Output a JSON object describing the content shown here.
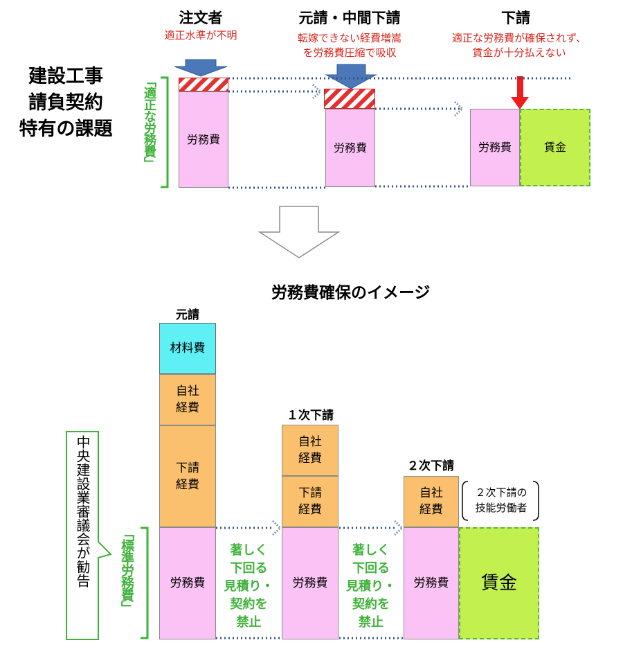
{
  "top": {
    "side_title": [
      "建設工事",
      "請負契約",
      "特有の課題"
    ],
    "columns": [
      {
        "header": "注文者",
        "note": [
          "適正水準が不明"
        ]
      },
      {
        "header": "元請・中間下請",
        "note": [
          "転嫁できない経費増嵩",
          "を労務費圧縮で吸収"
        ]
      },
      {
        "header": "下請",
        "note": [
          "適正な労務費が確保されず、",
          "賃金が十分払えない"
        ]
      }
    ],
    "bracket_label": "「適正な労務費」",
    "labor_label": "労務費",
    "wage_label": "賃金"
  },
  "bottom": {
    "title": "労務費確保のイメージ",
    "motouke": {
      "header": "元請",
      "materials": "材料費",
      "own": "自社\n経費",
      "sub": "下請\n経費",
      "labor": "労務費"
    },
    "first_sub": {
      "header": "１次下請",
      "own": "自社\n経費",
      "sub": "下請\n経費",
      "labor": "労務費"
    },
    "second_sub": {
      "header": "２次下請",
      "own": "自社\n経費",
      "labor": "労務費"
    },
    "worker_label": "２次下請の\n技能労働者",
    "wage_label": "賃金",
    "standard_label": "「標準労務費」",
    "council_note": "中央建設業審議会が勧告",
    "prohibit_note": "著しく\n下回る\n見積り・\n契約を\n禁止"
  },
  "colors": {
    "labor": "#fbc3f5",
    "expense": "#fbc06e",
    "materials": "#5ff0f6",
    "wage": "#c1f04f",
    "alert": "#d9261c",
    "bracket": "#3fb23a",
    "arrow": "#4a78b8"
  }
}
